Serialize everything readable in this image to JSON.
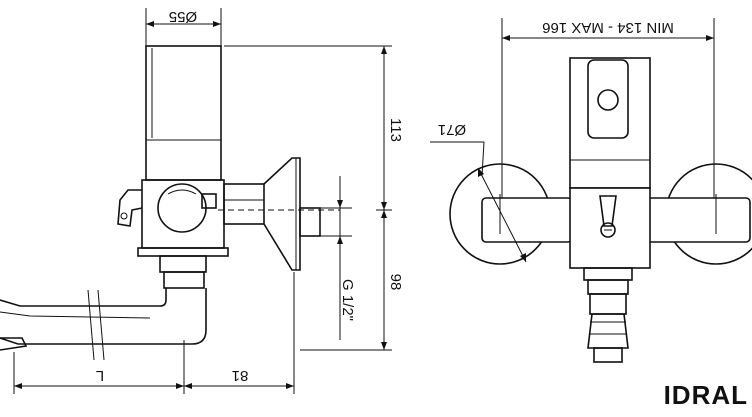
{
  "dimensions": {
    "diameter_body": "Ø55",
    "height_body": "113",
    "height_lower": "98",
    "thread": "G 1/2\"",
    "length_left": "L",
    "length_right": "81",
    "range": "MIN 134 - MAX 166",
    "diameter_rosette": "Ø71"
  },
  "brand": {
    "name": "IDRAL"
  }
}
